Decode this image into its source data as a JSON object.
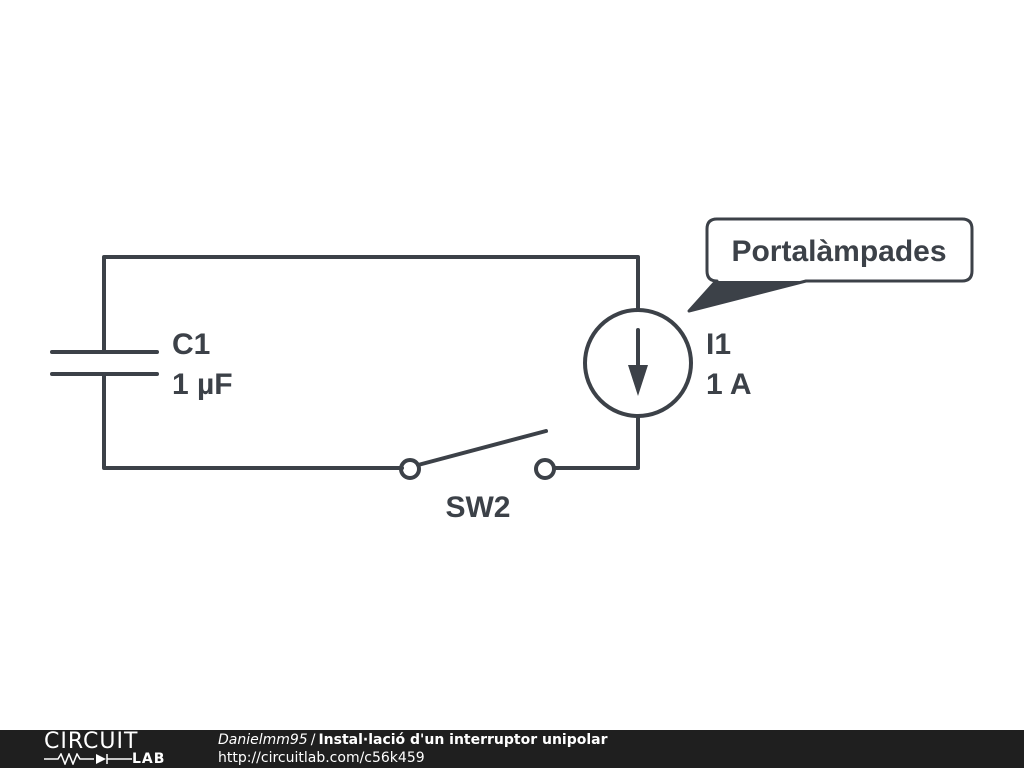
{
  "schematic": {
    "components": {
      "capacitor": {
        "ref": "C1",
        "value": "1 µF"
      },
      "current_source": {
        "ref": "I1",
        "value": "1 A"
      },
      "switch": {
        "ref": "SW2"
      }
    },
    "annotation": {
      "text": "Portalàmpades"
    }
  },
  "footer": {
    "logo_top": "CIRCUIT",
    "logo_bottom": "LAB",
    "author": "Danielmm95",
    "separator": "/",
    "title": "Instal·lació d'un interruptor unipolar",
    "url": "http://circuitlab.com/c56k459"
  },
  "colors": {
    "wire": "#3c4148",
    "footer_bg": "#1f1f1f",
    "footer_text": "#ffffff"
  }
}
